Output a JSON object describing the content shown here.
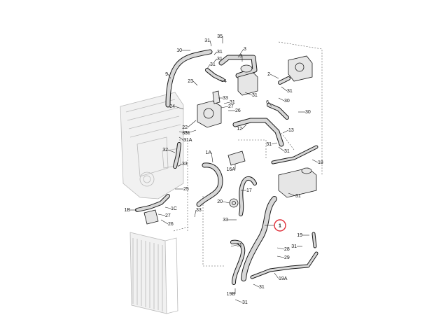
{
  "diagram": {
    "callouts": [
      {
        "label": "10"
      },
      {
        "label": "31"
      },
      {
        "label": "35"
      },
      {
        "label": "3"
      },
      {
        "label": "31"
      },
      {
        "label": "9"
      },
      {
        "label": "31"
      },
      {
        "label": "4"
      },
      {
        "label": "23"
      },
      {
        "label": "2"
      },
      {
        "label": "31"
      },
      {
        "label": "31"
      },
      {
        "label": "33"
      },
      {
        "label": "6"
      },
      {
        "label": "30"
      },
      {
        "label": "31"
      },
      {
        "label": "27"
      },
      {
        "label": "26"
      },
      {
        "label": "24"
      },
      {
        "label": "30"
      },
      {
        "label": "12"
      },
      {
        "label": "22"
      },
      {
        "label": "35"
      },
      {
        "label": "31"
      },
      {
        "label": "31A"
      },
      {
        "label": "13"
      },
      {
        "label": "31"
      },
      {
        "label": "31"
      },
      {
        "label": "32"
      },
      {
        "label": "1A"
      },
      {
        "label": "33"
      },
      {
        "label": "18"
      },
      {
        "label": "16A"
      },
      {
        "label": "25"
      },
      {
        "label": "17"
      },
      {
        "label": "31"
      },
      {
        "label": "1B"
      },
      {
        "label": "20"
      },
      {
        "label": "1C"
      },
      {
        "label": "27"
      },
      {
        "label": "33"
      },
      {
        "label": "26"
      },
      {
        "label": "33"
      },
      {
        "label": "19"
      },
      {
        "label": "28"
      },
      {
        "label": "31"
      },
      {
        "label": "29"
      },
      {
        "label": "31"
      },
      {
        "label": "19A"
      },
      {
        "label": "19B"
      },
      {
        "label": "31"
      },
      {
        "label": "31"
      },
      {
        "label": "3"
      },
      {
        "label": "31"
      }
    ],
    "highlight": {
      "label": "1"
    }
  }
}
